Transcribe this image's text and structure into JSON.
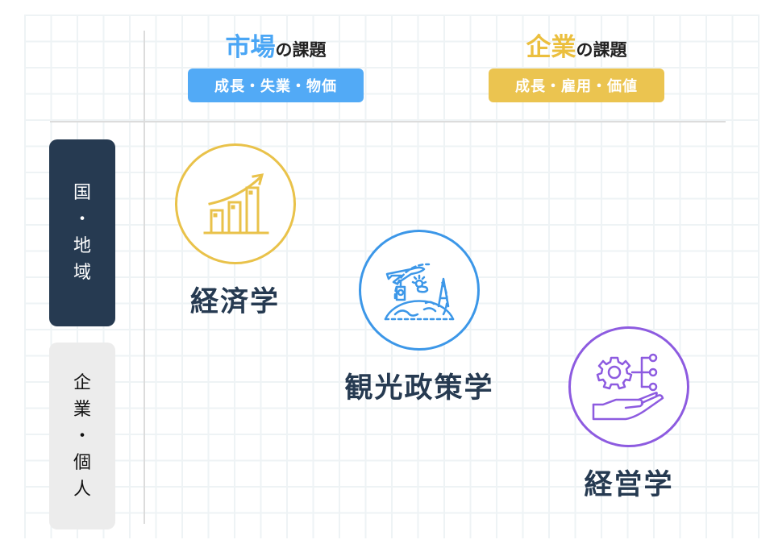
{
  "columns": [
    {
      "emphasis": "市場",
      "suffix": "の課題",
      "tag": "成長・失業・物価",
      "color": "#52aaf6"
    },
    {
      "emphasis": "企業",
      "suffix": "の課題",
      "tag": "成長・雇用・価値",
      "color": "#ebc450"
    }
  ],
  "rows": [
    {
      "chars": [
        "国",
        "・",
        "地",
        "域"
      ],
      "color": "#263a51"
    },
    {
      "chars": [
        "企",
        "業",
        "・",
        "個",
        "人"
      ],
      "color": "#ececec"
    }
  ],
  "subjects": [
    {
      "name": "経済学",
      "icon": "bar-chart-growth-icon",
      "color": "#e9c24a"
    },
    {
      "name": "観光政策学",
      "icon": "travel-globe-icon",
      "color": "#3c97e8"
    },
    {
      "name": "経営学",
      "icon": "gear-hand-network-icon",
      "color": "#8d5be0"
    }
  ]
}
